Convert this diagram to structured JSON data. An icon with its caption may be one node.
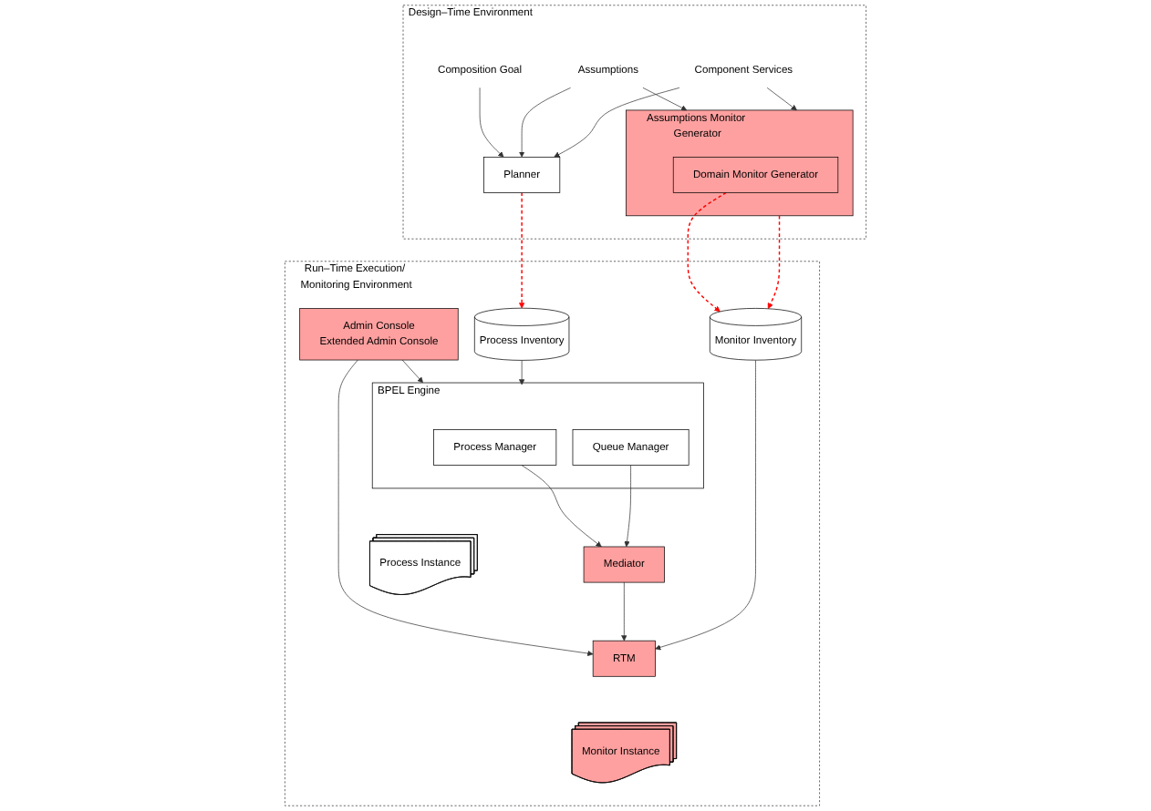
{
  "diagram": {
    "nodes": [
      {
        "text": [
          "Design–Time Environment"
        ]
      },
      {
        "text": [
          "Composition Goal"
        ],
        "in": 0
      },
      {
        "text": [
          "Assumptions"
        ],
        "in": 0
      },
      {
        "text": [
          "Component Services"
        ],
        "in": 0
      },
      {
        "text": [
          "Planner"
        ],
        "in": 0
      },
      {
        "text": [
          "Assumptions Monitor Generator"
        ],
        "in": 0
      },
      {
        "text": [
          "Domain Monitor Generator"
        ],
        "in": 5
      },
      {
        "text": [
          "Run–Time Execution/ Monitoring Environment"
        ]
      },
      {
        "text": [
          "Admin Console",
          "Extended Admin Console"
        ],
        "in": 7
      },
      {
        "text": [
          "Process Inventory"
        ],
        "in": 7
      },
      {
        "text": [
          "BPEL Engine"
        ],
        "in": 7
      },
      {
        "text": [
          "Process Manager"
        ],
        "in": 10
      },
      {
        "text": [
          "Queue Manager"
        ],
        "in": 10
      },
      {
        "text": [
          "Mediator"
        ],
        "in": 7
      },
      {
        "text": [
          "RTM"
        ],
        "in": 7
      },
      {
        "text": [
          "Monitor Inventory"
        ],
        "in": 7
      },
      {
        "text": [
          "Process Instance"
        ],
        "in": 7
      },
      {
        "text": [
          "Monitor Instance"
        ],
        "in": 7
      }
    ],
    "edges": [
      {
        "from": 1,
        "to": 4,
        "arrow": "to"
      },
      {
        "from": 2,
        "to": 4,
        "arrow": "to"
      },
      {
        "from": 2,
        "to": 5,
        "arrow": "to"
      },
      {
        "from": 3,
        "to": 4,
        "arrow": "to"
      },
      {
        "from": 3,
        "to": 5,
        "arrow": "to"
      },
      {
        "from": 4,
        "to": 9,
        "arrow": "to",
        "style": "dashed",
        "color": "#ff0000"
      },
      {
        "from": 5,
        "to": 15,
        "arrow": "to",
        "style": "dashed",
        "color": "#ff0000"
      },
      {
        "from": 6,
        "to": 15,
        "arrow": "to",
        "style": "dashed",
        "color": "#ff0000"
      },
      {
        "from": 8,
        "to": 10,
        "arrow": "to"
      },
      {
        "from": 8,
        "to": 14,
        "arrow": "to"
      },
      {
        "from": 9,
        "to": 10,
        "arrow": "to"
      },
      {
        "from": 11,
        "to": 13,
        "arrow": "to"
      },
      {
        "from": 12,
        "to": 13,
        "arrow": "to"
      },
      {
        "from": 13,
        "to": 14,
        "arrow": "to"
      },
      {
        "from": 15,
        "to": 14,
        "arrow": "to"
      }
    ]
  }
}
